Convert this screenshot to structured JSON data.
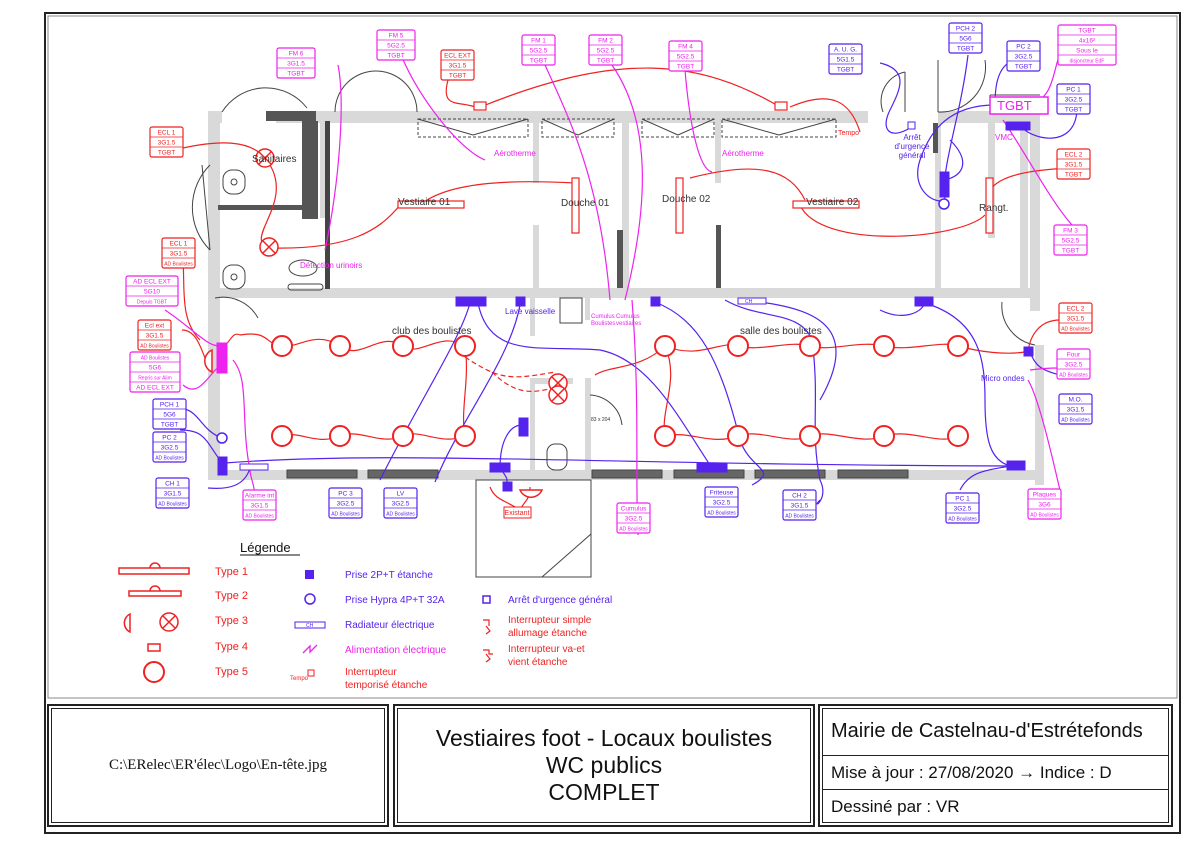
{
  "colors": {
    "lighting": "#ee2222",
    "power": "#5522ee",
    "feed": "#ee22ee",
    "wall": "#d9d9d9",
    "line": "#222222"
  },
  "rooms": {
    "sanitaires": "Sanitaires",
    "vestiaire_01": "Vestiaire 01",
    "douche_01": "Douche 01",
    "douche_02": "Douche 02",
    "vestiaire_02": "Vestiaire 02",
    "rangt": "Rangt.",
    "club": "club des boulistes",
    "salle": "salle des boulistes",
    "detection": "Détection urinoirs",
    "door_size": "83 x 204"
  },
  "annotations": {
    "aerotherme_1": "Aérotherme",
    "aerotherme_2": "Aérotherme",
    "tempo": "Tempo",
    "arret_urgence": [
      "Arrêt",
      "d'urgence",
      "général"
    ],
    "vmc": "VMC",
    "tgbt_panel": "TGBT",
    "lave_vaisselle": "Lave vaisselle",
    "cumulus_boulistes": [
      "Cumulus",
      "Boulistes"
    ],
    "cumulus_vestiaires": [
      "Cumulus",
      "vestiaires"
    ],
    "micro_ondes": "Micro ondes",
    "ch_label": "CH",
    "existant": "Existant"
  },
  "circuits": [
    {
      "id": "fm6",
      "type": "feed",
      "lines": [
        "FM 6",
        "3G1.5",
        "TGBT"
      ]
    },
    {
      "id": "fm5",
      "type": "feed",
      "lines": [
        "FM 5",
        "5G2.5",
        "TGBT"
      ]
    },
    {
      "id": "ecl-ext",
      "type": "lighting",
      "lines": [
        "ECL EXT",
        "3G1.5",
        "TGBT"
      ]
    },
    {
      "id": "fm1",
      "type": "feed",
      "lines": [
        "FM 1",
        "5G2.5",
        "TGBT"
      ]
    },
    {
      "id": "fm2",
      "type": "feed",
      "lines": [
        "FM 2",
        "5G2.5",
        "TGBT"
      ]
    },
    {
      "id": "fm4",
      "type": "feed",
      "lines": [
        "FM 4",
        "5G2.5",
        "TGBT"
      ]
    },
    {
      "id": "aug",
      "type": "power",
      "lines": [
        "A. U. G.",
        "5G1.5",
        "TGBT"
      ]
    },
    {
      "id": "pch2",
      "type": "power",
      "lines": [
        "PCH 2",
        "5G6",
        "TGBT"
      ]
    },
    {
      "id": "pc2-top",
      "type": "power",
      "lines": [
        "PC 2",
        "3G2.5",
        "TGBT"
      ]
    },
    {
      "id": "tgbt-main",
      "type": "feed",
      "lines": [
        "TGBT",
        "4x16²",
        "Sous le",
        "disjoncteur EdF"
      ]
    },
    {
      "id": "pc1-top",
      "type": "power",
      "lines": [
        "PC 1",
        "3G2.5",
        "TGBT"
      ]
    },
    {
      "id": "ecl1",
      "type": "lighting",
      "lines": [
        "ECL 1",
        "3G1.5",
        "TGBT"
      ]
    },
    {
      "id": "ecl2-top",
      "type": "lighting",
      "lines": [
        "ECL 2",
        "3G1.5",
        "TGBT"
      ]
    },
    {
      "id": "fm3",
      "type": "feed",
      "lines": [
        "FM 3",
        "5G2.5",
        "TGBT"
      ]
    },
    {
      "id": "ecl1-ad",
      "type": "lighting",
      "lines": [
        "ECL 1",
        "3G1.5",
        "AD Boulistes"
      ]
    },
    {
      "id": "ad-ecl-ext",
      "type": "feed",
      "lines": [
        "AD ECL EXT",
        "5G10",
        "Depuis TGBT"
      ]
    },
    {
      "id": "ecl-ext-ad",
      "type": "lighting",
      "lines": [
        "Ecl ext",
        "3G1.5",
        "AD Boulistes"
      ]
    },
    {
      "id": "ad-boulistes",
      "type": "feed",
      "lines": [
        "AD Boulistes",
        "5G6",
        "Repris sur Alim",
        "AD ECL EXT"
      ]
    },
    {
      "id": "pch1",
      "type": "power",
      "lines": [
        "PCH 1",
        "5G6",
        "TGBT"
      ]
    },
    {
      "id": "pc2-ad",
      "type": "power",
      "lines": [
        "PC 2",
        "3G2.5",
        "AD Boulistes"
      ]
    },
    {
      "id": "ch1",
      "type": "power",
      "lines": [
        "CH 1",
        "3G1.5",
        "AD Boulistes"
      ]
    },
    {
      "id": "alarme",
      "type": "feed",
      "lines": [
        "Alarme int",
        "3G1.5",
        "AD Boulistes"
      ]
    },
    {
      "id": "pc3",
      "type": "power",
      "lines": [
        "PC 3",
        "3G2.5",
        "AD Boulistes"
      ]
    },
    {
      "id": "lv",
      "type": "power",
      "lines": [
        "LV",
        "3G2.5",
        "AD Boulistes"
      ]
    },
    {
      "id": "cumulus",
      "type": "feed",
      "lines": [
        "Cumulus",
        "3G2.5",
        "AD Boulistes"
      ]
    },
    {
      "id": "friteuse",
      "type": "power",
      "lines": [
        "Friteuse",
        "3G2.5",
        "AD Boulistes"
      ]
    },
    {
      "id": "ch2",
      "type": "power",
      "lines": [
        "CH 2",
        "3G1.5",
        "AD Boulistes"
      ]
    },
    {
      "id": "pc1-ad",
      "type": "power",
      "lines": [
        "PC 1",
        "3G2.5",
        "AD Boulistes"
      ]
    },
    {
      "id": "plaques",
      "type": "feed",
      "lines": [
        "Plaques",
        "3G6",
        "AD Boulistes"
      ]
    },
    {
      "id": "ecl2-ad",
      "type": "lighting",
      "lines": [
        "ECL 2",
        "3G1.5",
        "AD Boulistes"
      ]
    },
    {
      "id": "four",
      "type": "feed",
      "lines": [
        "Four",
        "3G2.5",
        "AD Boulistes"
      ]
    },
    {
      "id": "mo",
      "type": "power",
      "lines": [
        "M.O.",
        "3G1.5",
        "AD Boulistes"
      ]
    }
  ],
  "legend": {
    "title": "Légende",
    "types": [
      "Type 1",
      "Type 2",
      "Type 3",
      "Type 4",
      "Type 5"
    ],
    "symbols_mid": [
      "Prise 2P+T étanche",
      "Prise Hypra 4P+T  32A",
      "Radiateur électrique",
      "Alimentation électrique",
      [
        "Interrupteur",
        "temporisé étanche"
      ]
    ],
    "symbols_right": [
      "Arrêt d'urgence général",
      [
        "Interrupteur simple",
        "allumage étanche"
      ],
      [
        "Interrupteur va-et",
        "vient étanche"
      ]
    ],
    "tempo_label": "Tempo",
    "ch_label": "CH"
  },
  "title_block": {
    "logo_path": "C:\\ERelec\\ER'élec\\Logo\\En-tête.jpg",
    "title_lines": [
      "Vestiaires foot - Locaux boulistes",
      "WC publics",
      "COMPLET"
    ],
    "client": "Mairie de Castelnau-d'Estrétefonds",
    "update": "Mise à jour : 27/08/2020  → Indice : D",
    "drawn_by": "Dessiné par :  VR"
  }
}
